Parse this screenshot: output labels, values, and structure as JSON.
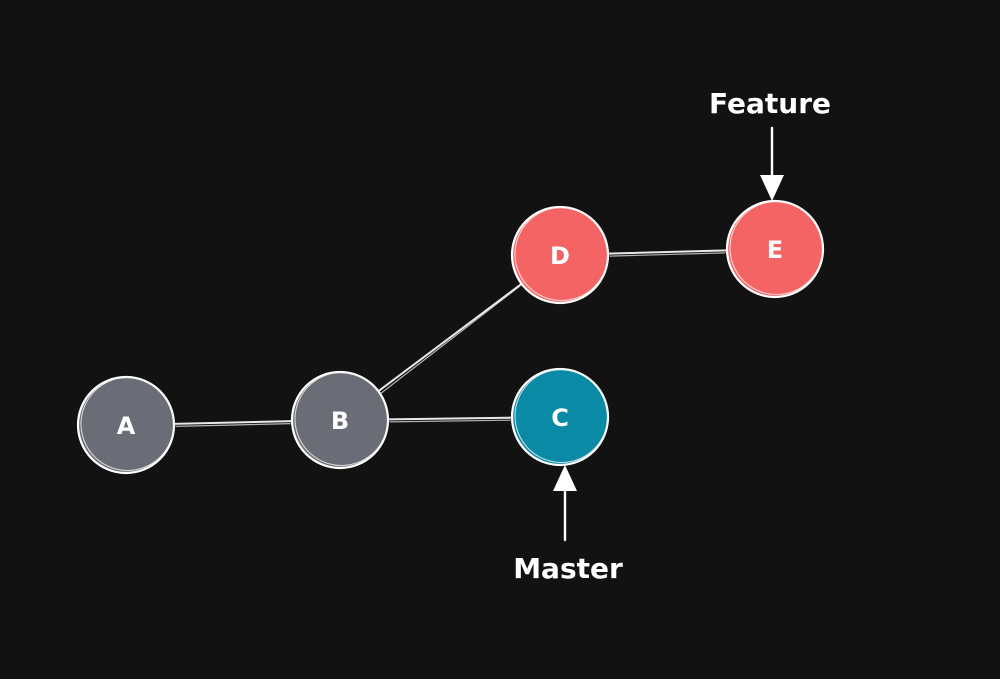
{
  "colors": {
    "background": "#121212",
    "commit_gray": "#6a6d75",
    "commit_red": "#f46464",
    "commit_teal": "#0b8aa6",
    "stroke": "#ffffff"
  },
  "commits": [
    {
      "id": "A",
      "label": "A",
      "color": "commit_gray"
    },
    {
      "id": "B",
      "label": "B",
      "color": "commit_gray"
    },
    {
      "id": "C",
      "label": "C",
      "color": "commit_teal"
    },
    {
      "id": "D",
      "label": "D",
      "color": "commit_red"
    },
    {
      "id": "E",
      "label": "E",
      "color": "commit_red"
    }
  ],
  "edges": [
    {
      "from": "A",
      "to": "B"
    },
    {
      "from": "B",
      "to": "C"
    },
    {
      "from": "B",
      "to": "D"
    },
    {
      "from": "D",
      "to": "E"
    }
  ],
  "branches": [
    {
      "name": "Feature",
      "target": "E",
      "direction": "down"
    },
    {
      "name": "Master",
      "target": "C",
      "direction": "up"
    }
  ]
}
